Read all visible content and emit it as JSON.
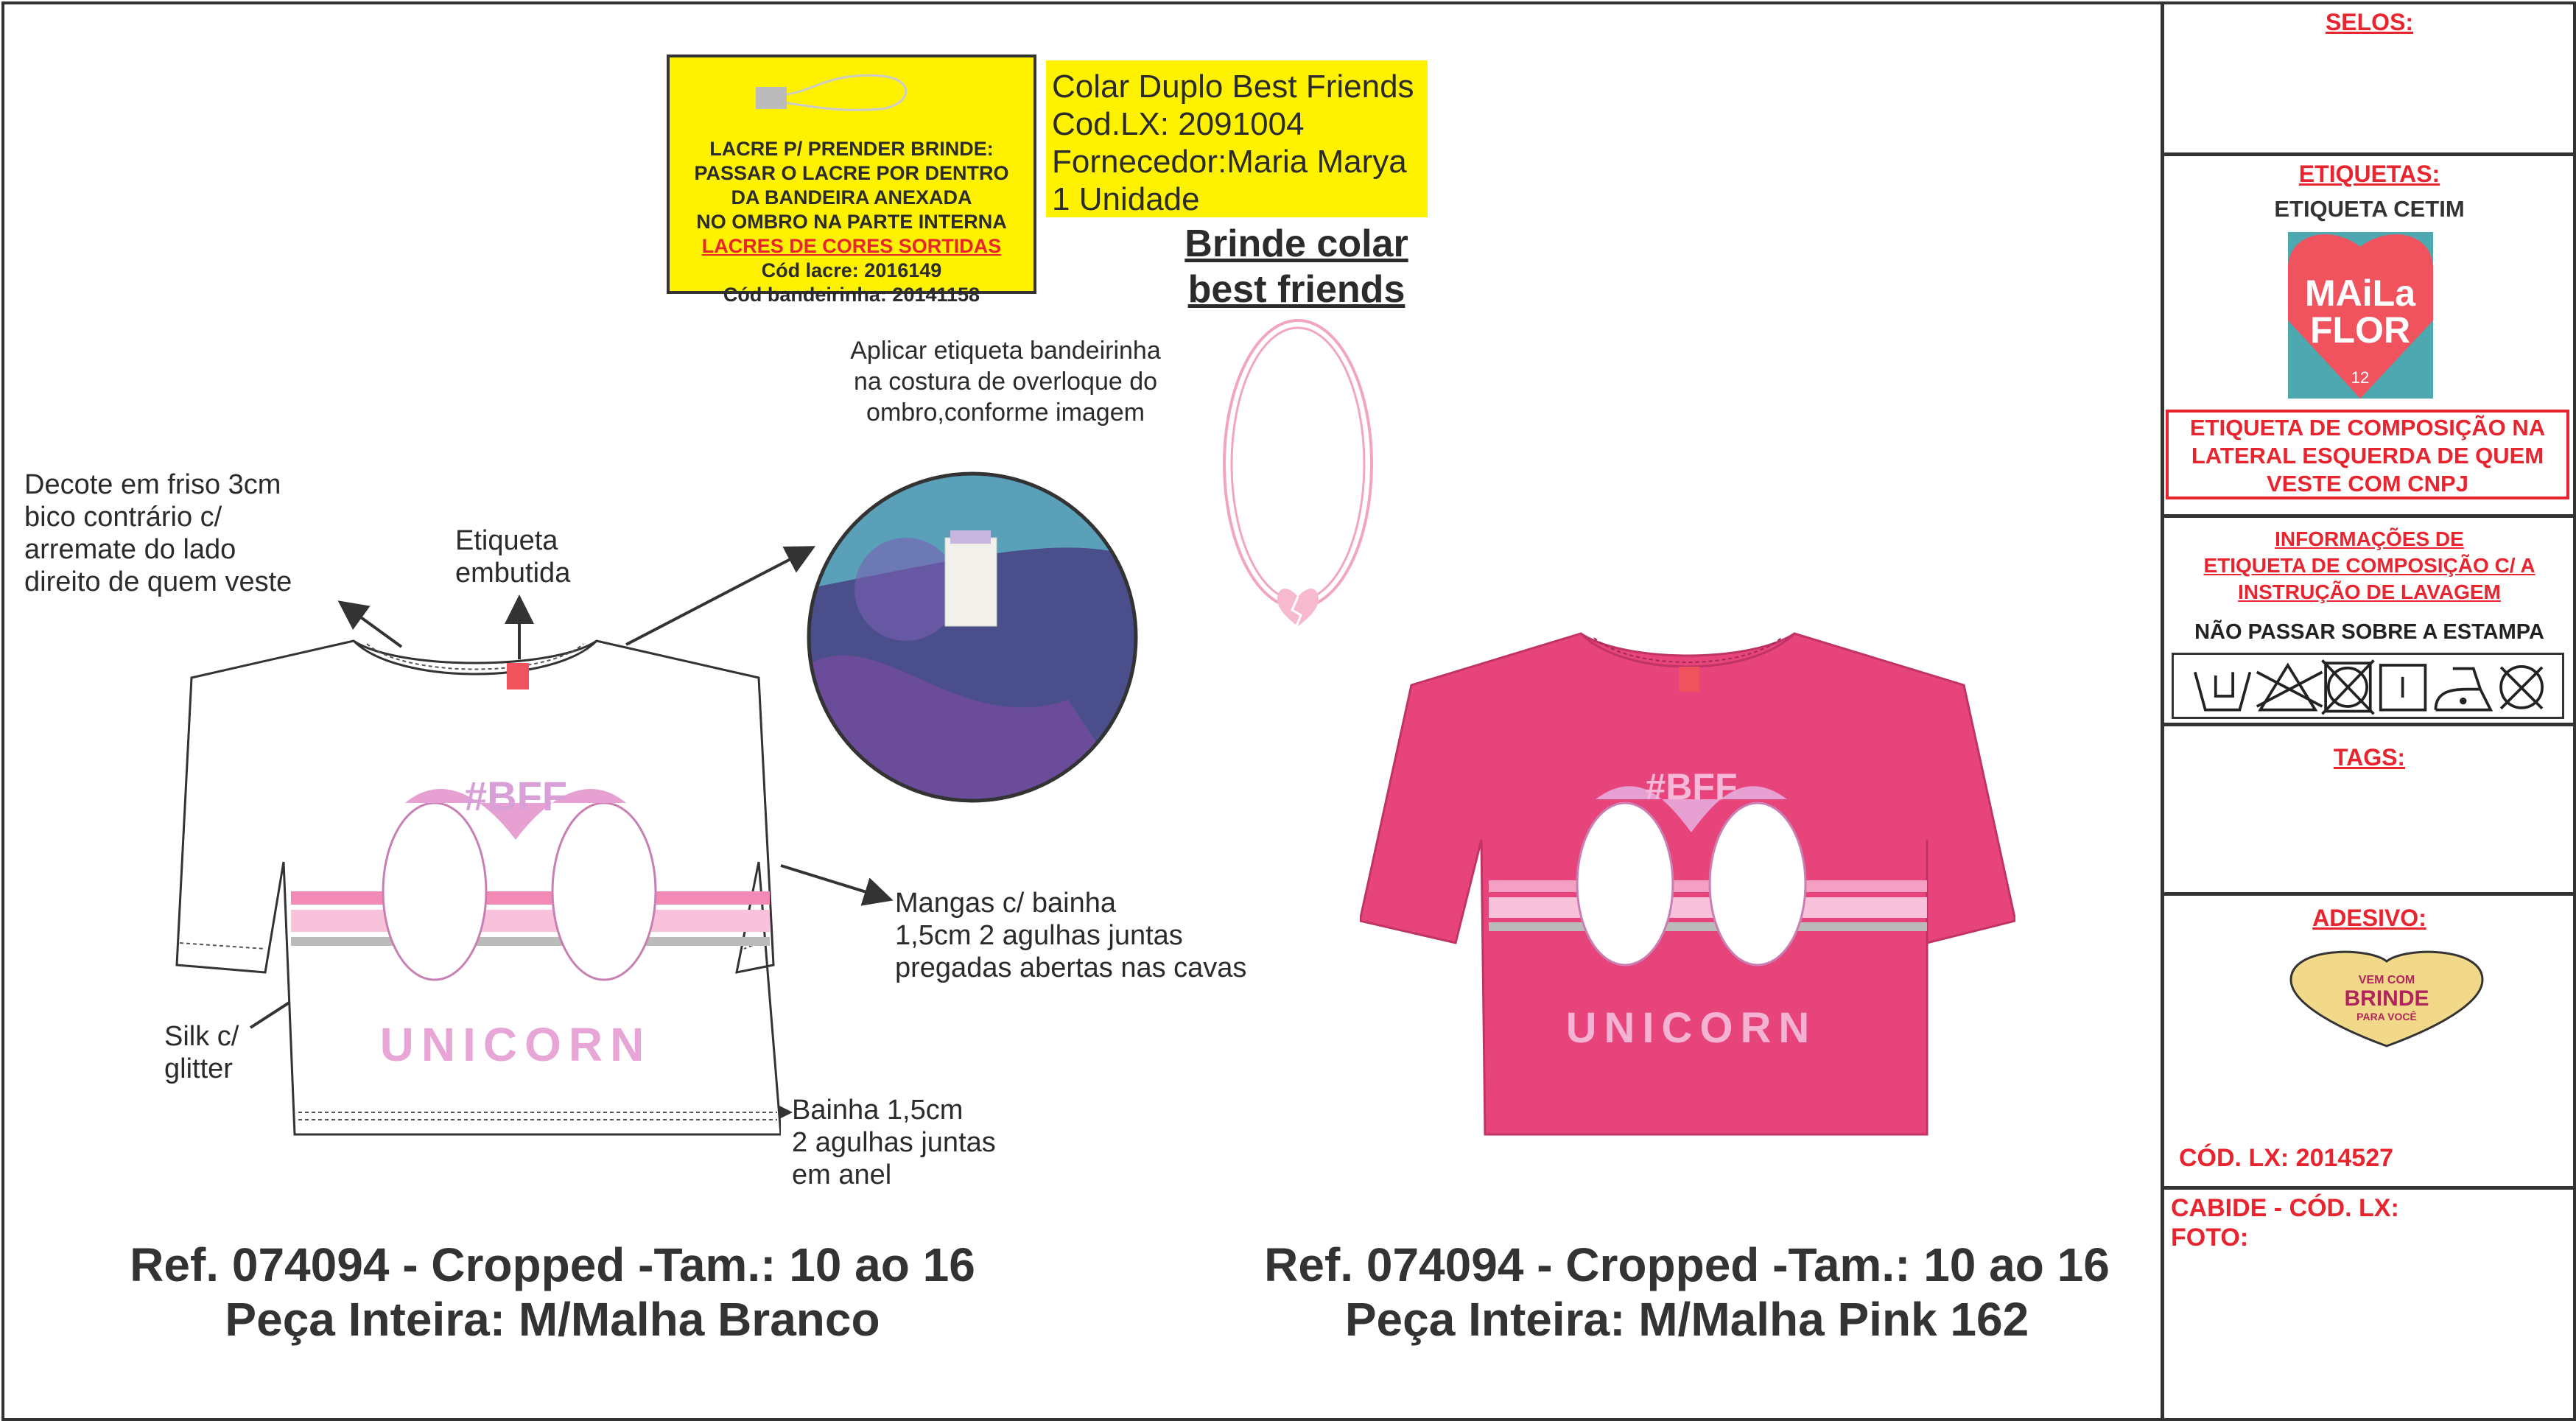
{
  "lacre_box": {
    "lines": [
      "LACRE P/ PRENDER BRINDE:",
      "PASSAR O LACRE POR DENTRO",
      "DA BANDEIRA ANEXADA",
      "NO OMBRO NA PARTE INTERNA"
    ],
    "highlight": "LACRES DE CORES SORTIDAS",
    "cod_lacre": "Cód lacre: 2016149",
    "cod_bandeirinha": "Cód bandeirinha: 20141158"
  },
  "colar_box": {
    "lines": [
      "Colar Duplo Best Friends",
      "Cod.LX: 2091004",
      "Fornecedor:Maria Marya",
      "1 Unidade"
    ]
  },
  "brinde_title": [
    "Brinde colar",
    "best friends"
  ],
  "annotations": {
    "aplicar": [
      "Aplicar etiqueta bandeirinha",
      "na costura de overloque do",
      "ombro,conforme imagem"
    ],
    "decote": [
      "Decote em friso 3cm",
      "bico contrário c/",
      "arremate do lado",
      "direito de quem veste"
    ],
    "etiqueta": [
      "Etiqueta",
      "embutida"
    ],
    "mangas": [
      "Mangas c/ bainha",
      "1,5cm 2 agulhas juntas",
      "pregadas abertas nas cavas"
    ],
    "silk": [
      "Silk c/",
      "glitter"
    ],
    "bainha": [
      "Bainha 1,5cm",
      "2 agulhas juntas",
      "em anel"
    ]
  },
  "print": {
    "top": "#BFF",
    "bottom": "UNICORN"
  },
  "white_ref": [
    "Ref. 074094 - Cropped -Tam.: 10 ao 16",
    "Peça Inteira: M/Malha Branco"
  ],
  "pink_ref": [
    "Ref. 074094 - Cropped -Tam.: 10 ao 16",
    "Peça Inteira: M/Malha Pink 162"
  ],
  "panel": {
    "selos": "SELOS:",
    "etiquetas": "ETIQUETAS:",
    "etiqueta_cetim": "ETIQUETA CETIM",
    "logo": {
      "line1": "MAiLa",
      "line2": "FLOR",
      "size": "12"
    },
    "composicao": [
      "ETIQUETA DE COMPOSIÇÃO NA",
      "LATERAL ESQUERDA DE QUEM",
      "VESTE COM CNPJ"
    ],
    "informacoes": [
      "INFORMAÇÕES DE",
      "ETIQUETA DE COMPOSIÇÃO C/ A",
      "INSTRUÇÃO DE LAVAGEM"
    ],
    "nao_passar": "NÃO PASSAR SOBRE A ESTAMPA",
    "care_icons": [
      "hand-wash-icon",
      "no-bleach-icon",
      "no-tumble-dry-icon",
      "line-dry-icon",
      "iron-low-icon",
      "no-dry-clean-icon"
    ],
    "tags": "TAGS:",
    "adesivo": "ADESIVO:",
    "sticker": [
      "VEM COM",
      "BRINDE",
      "PARA VOCÊ"
    ],
    "cod_lx": "CÓD. LX: 2014527",
    "cabide": "CABIDE - CÓD. LX:",
    "foto": "FOTO:"
  },
  "colors": {
    "red": "#e8242f",
    "yellow": "#fff200",
    "pink_shirt": "#e8447c",
    "logo_red": "#f0525e",
    "logo_teal": "#4ea8b0"
  }
}
